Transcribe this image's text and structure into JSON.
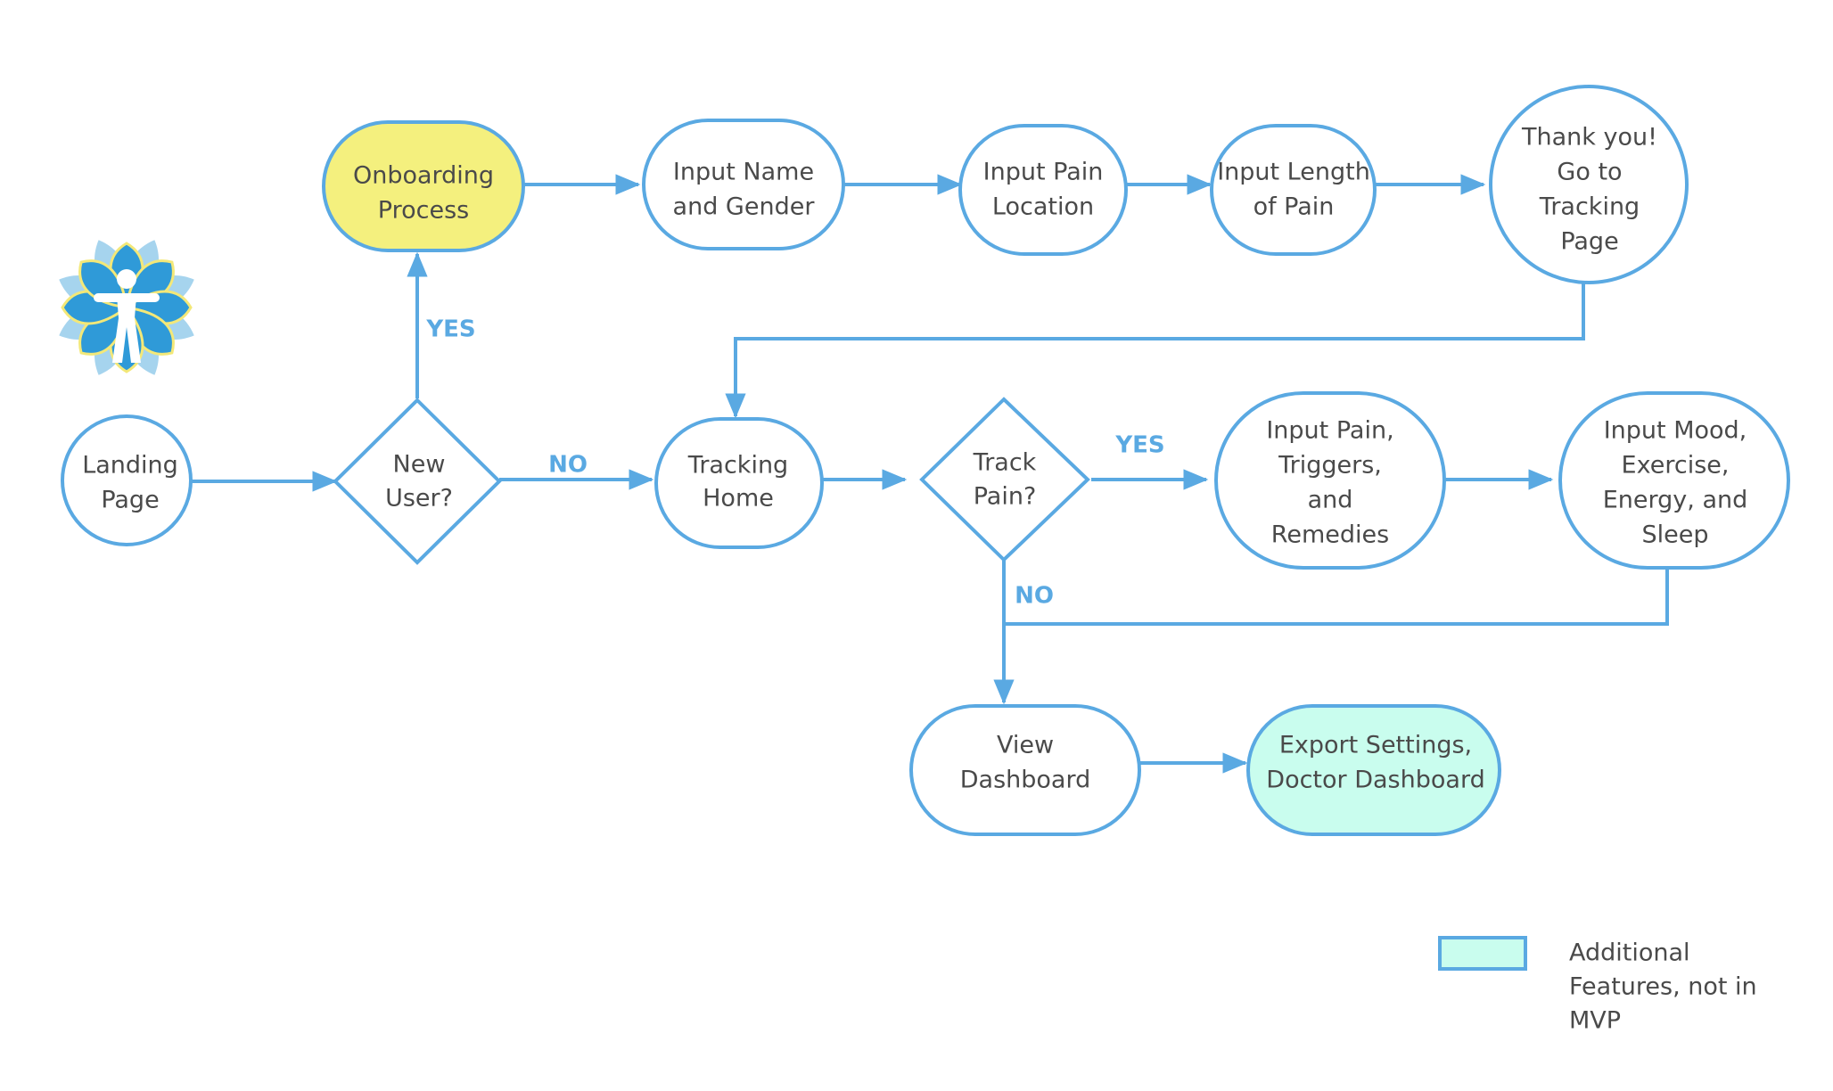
{
  "colors": {
    "stroke": "#5aa9e2",
    "default_fill": "#ffffff",
    "onboarding_fill": "#f4f07e",
    "additional_fill": "#c9fdee",
    "text": "#4a4a4a",
    "label": "#5aa9e2"
  },
  "logo": {
    "icon": "lotus-person-icon"
  },
  "nodes": {
    "landing": {
      "lines": [
        "Landing",
        "Page"
      ]
    },
    "new_user": {
      "lines": [
        "New",
        "User?"
      ]
    },
    "onboarding": {
      "lines": [
        "Onboarding",
        "Process"
      ]
    },
    "input_name": {
      "lines": [
        "Input Name",
        "and Gender"
      ]
    },
    "input_location": {
      "lines": [
        "Input Pain",
        "Location"
      ]
    },
    "input_length": {
      "lines": [
        "Input Length",
        "of Pain"
      ]
    },
    "thank_you": {
      "lines": [
        "Thank you!",
        "Go to",
        "Tracking",
        "Page"
      ]
    },
    "tracking_home": {
      "lines": [
        "Tracking",
        "Home"
      ]
    },
    "track_pain": {
      "lines": [
        "Track",
        "Pain?"
      ]
    },
    "input_triggers": {
      "lines": [
        "Input Pain,",
        "Triggers,",
        "and",
        "Remedies"
      ]
    },
    "input_mood": {
      "lines": [
        "Input Mood,",
        "Exercise,",
        "Energy, and",
        "Sleep"
      ]
    },
    "view_dashboard": {
      "lines": [
        "View",
        "Dashboard"
      ]
    },
    "export": {
      "lines": [
        "Export Settings,",
        "Doctor Dashboard"
      ]
    }
  },
  "edge_labels": {
    "yes_onboarding": "YES",
    "no_tracking": "NO",
    "yes_track": "YES",
    "no_track": "NO"
  },
  "legend": {
    "lines": [
      "Additional",
      "Features, not in",
      "MVP"
    ]
  }
}
